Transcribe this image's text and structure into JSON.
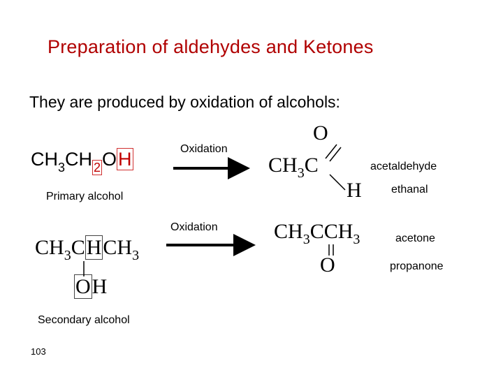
{
  "slide": {
    "title": "Preparation of aldehydes and Ketones",
    "subtitle": "They are produced by oxidation of alcohols:",
    "slide_number": "103"
  },
  "reaction1": {
    "reactant_parts": {
      "a": "CH",
      "s1": "3",
      "b": "CH",
      "s2": "2",
      "c": "O",
      "d": "H"
    },
    "reactant_label": "Primary alcohol",
    "arrow_label": "Oxidation",
    "product": {
      "o": "O",
      "main": "CH",
      "s3": "3",
      "c": "C",
      "h": "H"
    },
    "product_name": "acetaldehyde",
    "product_alt_name": "ethanal"
  },
  "reaction2": {
    "reactant": {
      "a": "CH",
      "s1": "3",
      "b": "C",
      "c": "H",
      "d": "CH",
      "s2": "3",
      "oh_o": "O",
      "oh_h": "H"
    },
    "reactant_label": "Secondary alcohol",
    "arrow_label": "Oxidation",
    "product": {
      "a": "CH",
      "s1": "3",
      "b": "CCH",
      "s2": "3",
      "o": "O"
    },
    "product_name": "acetone",
    "product_alt_name": "propanone"
  },
  "colors": {
    "title": "#b00000",
    "highlight": "#c00000"
  }
}
